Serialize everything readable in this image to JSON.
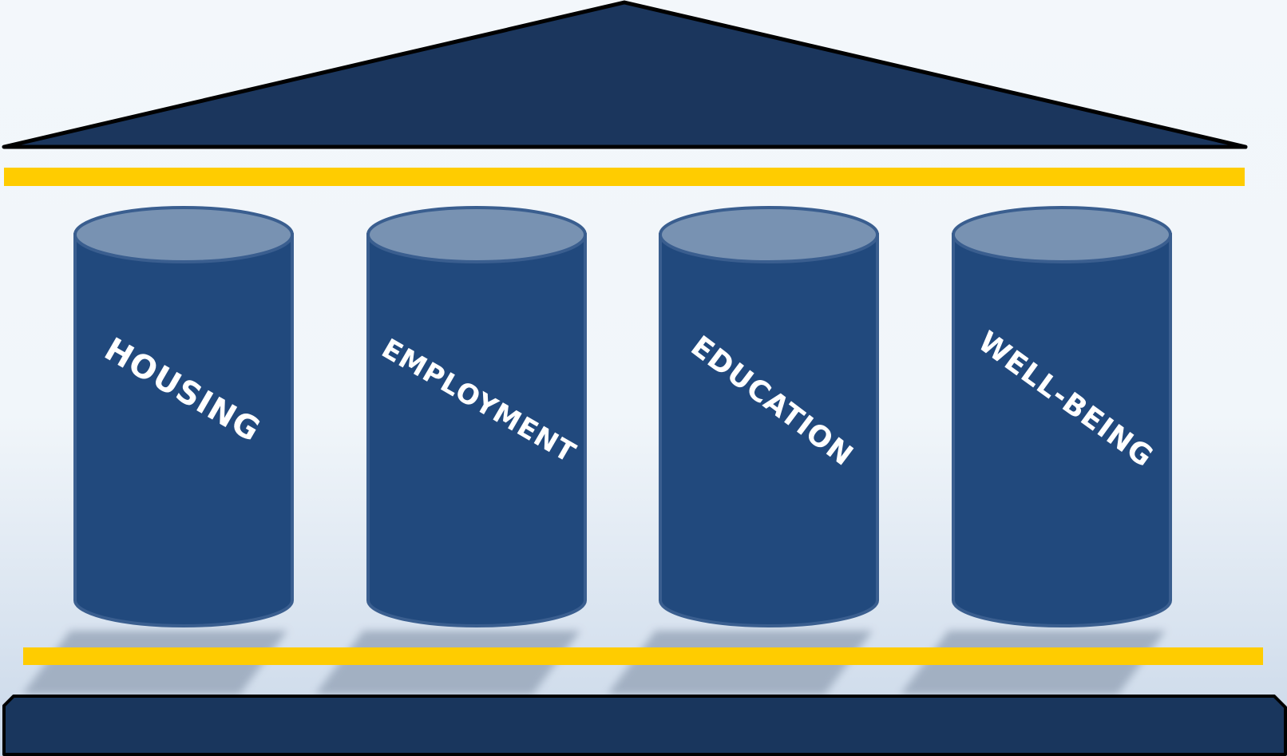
{
  "colors": {
    "roof": "#1b365d",
    "beam": "#ffcc00",
    "pillar_body": "#21497d",
    "pillar_top": "#7892b2",
    "pillar_stroke": "#3a5e8f",
    "base": "#19365d",
    "label": "#ffffff"
  },
  "pillars": [
    {
      "label": "HOUSING"
    },
    {
      "label": "EMPLOYMENT"
    },
    {
      "label": "EDUCATION"
    },
    {
      "label": "WELL-BEING"
    }
  ]
}
